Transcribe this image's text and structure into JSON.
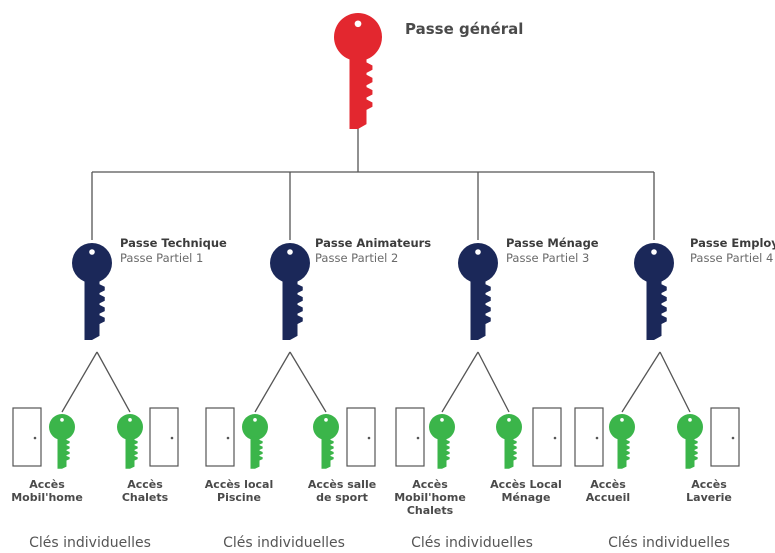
{
  "colors": {
    "master_key": "#e3272f",
    "partial_key": "#1b2859",
    "individual_key": "#3bb54a",
    "lines": "#555555",
    "door": "#555555"
  },
  "master": {
    "label": "Passe général",
    "icon": "red-key-icon"
  },
  "partials": [
    {
      "title": "Passe Technique",
      "subtitle": "Passe Partiel 1",
      "icon": "blue-key-icon",
      "children": [
        {
          "label": "Accès\nMobil'home",
          "door_side": "left",
          "icon": "green-key-icon"
        },
        {
          "label": "Accès\nChalets",
          "door_side": "right",
          "icon": "green-key-icon"
        }
      ],
      "group_label": "Clés individuelles"
    },
    {
      "title": "Passe Animateurs",
      "subtitle": "Passe Partiel 2",
      "icon": "blue-key-icon",
      "children": [
        {
          "label": "Accès local\nPiscine",
          "door_side": "left",
          "icon": "green-key-icon"
        },
        {
          "label": "Accès salle\nde sport",
          "door_side": "right",
          "icon": "green-key-icon"
        }
      ],
      "group_label": "Clés individuelles"
    },
    {
      "title": "Passe Ménage",
      "subtitle": "Passe Partiel 3",
      "icon": "blue-key-icon",
      "children": [
        {
          "label": "Accès\nMobil'home\nChalets",
          "door_side": "left",
          "icon": "green-key-icon"
        },
        {
          "label": "Accès Local\nMénage",
          "door_side": "right",
          "icon": "green-key-icon"
        }
      ],
      "group_label": "Clés individuelles"
    },
    {
      "title": "Passe Employé",
      "subtitle": "Passe Partiel 4",
      "icon": "blue-key-icon",
      "children": [
        {
          "label": "Accès\nAccueil",
          "door_side": "left",
          "icon": "green-key-icon"
        },
        {
          "label": "Accès\nLaverie",
          "door_side": "right",
          "icon": "green-key-icon"
        }
      ],
      "group_label": "Clés individuelles"
    }
  ]
}
